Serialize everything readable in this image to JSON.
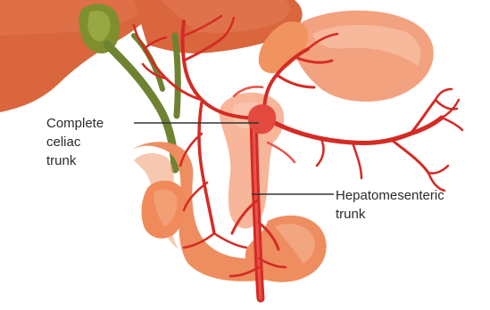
{
  "labels": {
    "celiac": [
      "Complete",
      "celiac",
      "trunk"
    ],
    "hepatomesenteric": [
      "Hepatomesenteric",
      "trunk"
    ]
  },
  "colors": {
    "background": "#ffffff",
    "liver": "#d9663d",
    "liver_dark": "#b94a27",
    "stomach": "#f3a27f",
    "pancreas": "#f08a5a",
    "duodenum": "#ee8d5f",
    "artery": "#d42b24",
    "artery_dark": "#a41a15",
    "gallbladder": "#7f8f2e",
    "bile_duct": "#6f8232",
    "vessel_light": "#f6b49a",
    "leader_line": "#333333"
  },
  "icons": [
    "liver-lobe",
    "stomach",
    "pancreas",
    "duodenum",
    "gallbladder",
    "arteries"
  ]
}
